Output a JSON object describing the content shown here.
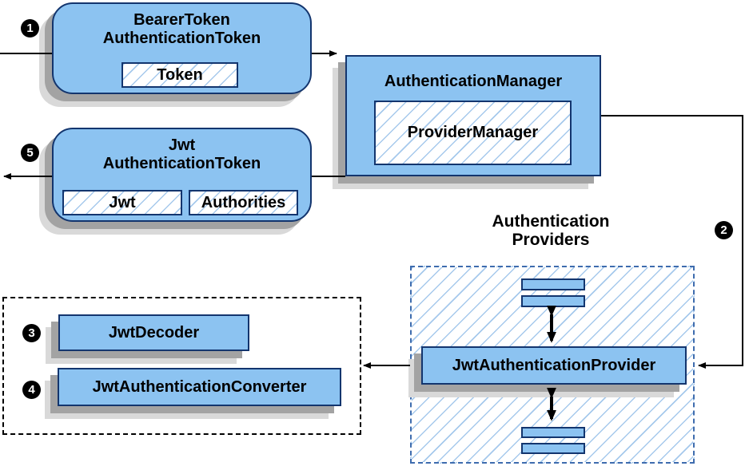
{
  "nodes": {
    "bearer_token": {
      "title_line1": "BearerToken",
      "title_line2": "AuthenticationToken",
      "field_token": "Token"
    },
    "authentication_manager": {
      "title": "AuthenticationManager",
      "inner_box": "ProviderManager"
    },
    "jwt_authentication_token": {
      "title_line1": "Jwt",
      "title_line2": "AuthenticationToken",
      "field_jwt": "Jwt",
      "field_authorities": "Authorities"
    },
    "authentication_providers": {
      "label_line1": "Authentication",
      "label_line2": "Providers",
      "provider_box": "JwtAuthenticationProvider"
    },
    "jwt_components": {
      "decoder_box": "JwtDecoder",
      "converter_box": "JwtAuthenticationConverter"
    }
  },
  "step_markers": {
    "step1": "1",
    "step2": "2",
    "step3": "3",
    "step4": "4",
    "step5": "5"
  },
  "colors": {
    "node_fill": "#8cc3f1",
    "node_border": "#13356e",
    "hatch_line": "#a6c9ec",
    "providers_dashed_border": "#3e6cae",
    "components_dashed_border": "#000000",
    "shadow_dark": "#a3a3a3",
    "shadow_light": "#d9d9d9",
    "arrow_color": "#000000",
    "text_color": "#000000",
    "background": "#ffffff"
  }
}
